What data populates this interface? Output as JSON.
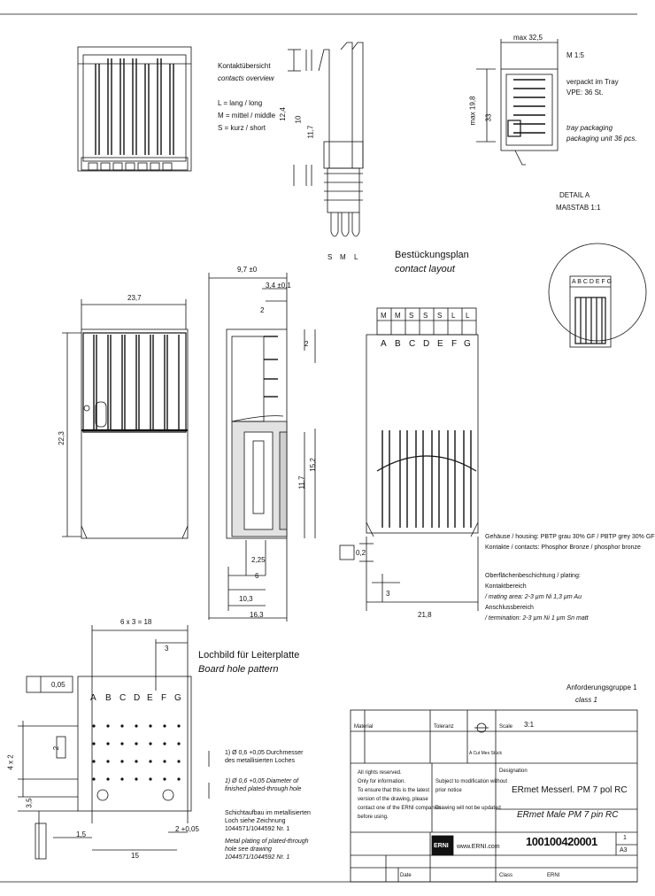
{
  "contacts_overview": {
    "title_de": "Kontaktübersicht",
    "title_en": "contacts overview",
    "legend": [
      "L = lang / long",
      "M = mittel / middle",
      "S = kurz / short"
    ]
  },
  "side_view_labels": {
    "dims": [
      "12,4",
      "10",
      "11,7"
    ],
    "lengths": [
      "S",
      "M",
      "L"
    ]
  },
  "tray": {
    "max_dim": "max 32,5",
    "scale": "M 1:5",
    "tray_de_1": "verpackt im Tray",
    "tray_de_2": "VPE: 36 St.",
    "tray_en_1": "tray packaging",
    "tray_en_2": "packaging unit 36 pcs.",
    "dim_max": "max 19,8",
    "dim_33": "33",
    "detail_1": "DETAIL A",
    "detail_2": "MAßSTAB 1:1",
    "detail_letters": "A B C D E F G"
  },
  "front_view": {
    "width": "23,7",
    "height": "22,3"
  },
  "section_view": {
    "dims": [
      "9,7 ±0",
      "3,4 ±0,1",
      "2",
      "2",
      "15,2",
      "11,7",
      "2,25",
      "6",
      "10,3",
      "16,3"
    ]
  },
  "layout": {
    "title_de": "Bestückungsplan",
    "title_en": "contact layout",
    "lengths": [
      "M",
      "M",
      "S",
      "S",
      "S",
      "L",
      "L"
    ],
    "rows": [
      "A",
      "B",
      "C",
      "D",
      "E",
      "F",
      "G"
    ],
    "width": "21,8",
    "tol": "0,2",
    "dim_3": "3"
  },
  "materials": {
    "lines": [
      "Gehäuse / housing:   PBTP grau 30% GF / PBTP grey 30% GF",
      "Kontakte / contacts:   Phosphor Bronze / phosphor bronze",
      "Oberflächenbeschichtung / plating:",
      "Kontaktbereich",
      "/ mating area:                  2-3 µm Ni 1,3 µm Au",
      "Anschlussbereich",
      "/ termination:                2-3 µm Ni 1 µm Sn matt"
    ],
    "class_de": "Anforderungsgruppe 1",
    "class_en": "class 1"
  },
  "board_hole": {
    "title_de": "Lochbild für Leiterplatte",
    "title_en": "Board hole pattern",
    "top_dim": "6 x 3 = 18",
    "dim_3": "3",
    "tol": "0,05",
    "rows": [
      "A",
      "B",
      "C",
      "D",
      "E",
      "F",
      "G"
    ],
    "left_dims": [
      "4 x 2",
      "2",
      "3,5"
    ],
    "bottom_dims": [
      "1,5",
      "15",
      "2 +0,05"
    ]
  },
  "notes": {
    "n1_de": "1) Ø 0,6 +0,05 Durchmesser des metallisierten Loches",
    "n1_en": "1) Ø 0,6 +0,05 Diameter of finished plated-through hole",
    "n2_de": "Schichtaufbau im metallisierten Loch siehe Zeichnung 1044571/1044592 Nr. 1",
    "n2_en": "Metal plating of plated-through hole see drawing 1044571/1044592 Nr. 1"
  },
  "title_block": {
    "material": "Material",
    "tolerance": "Toleranz",
    "scale_label": "Scale",
    "scale": "3:1",
    "projection": "A  Cut Mes Stück",
    "desc_label": "Designation",
    "rights_1": "All rights reserved.",
    "rights_2": "Only for information.",
    "rights_3": "To ensure that this is the latest",
    "rights_4": "version of the drawing, please",
    "rights_5": "contact one of the ERNI companies",
    "rights_6": "before using.",
    "subject_1": "Subject to modification without",
    "subject_2": "prior notice",
    "subject_3": "Drawing will not be updated",
    "logo": "ERNI",
    "url": "www.ERNI.com",
    "name_de": "ERmet Messerl. PM 7 pol RC",
    "name_en": "ERmet Male PM 7 pin RC",
    "part_no": "100100420001",
    "sheet": "1",
    "rev": "A3",
    "class_label": "Class",
    "class_val": "ERNI",
    "doc_label": "Date"
  }
}
